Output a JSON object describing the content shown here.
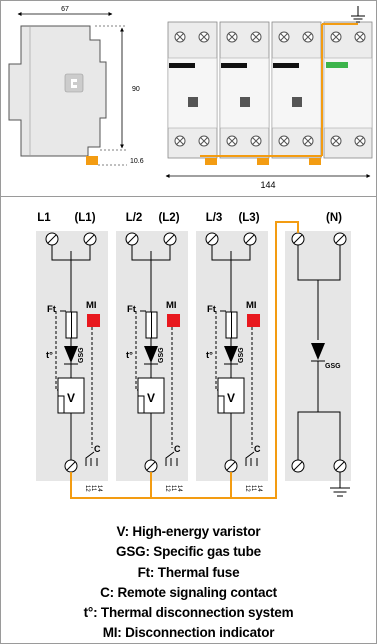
{
  "dimensions": {
    "width": "67",
    "height": "90",
    "depth": "10.6",
    "length": "144"
  },
  "terminals": {
    "l1": "L1",
    "l1_paren": "(L1)",
    "l2": "L/2",
    "l2_paren": "(L2)",
    "l3": "L/3",
    "l3_paren": "(L3)",
    "n": "(N)"
  },
  "module_labels": {
    "thermal_fuse": "Ft",
    "indicator": "MI",
    "thermal": "t°",
    "gas_tube": "GSG",
    "varistor": "V",
    "contact": "C"
  },
  "contact_pins": [
    "12",
    "11",
    "14"
  ],
  "legend": [
    "V: High-energy varistor",
    "GSG: Specific gas tube",
    "Ft: Thermal fuse",
    "C: Remote signaling contact",
    "t°: Thermal disconnection system",
    "MI: Disconnection indicator"
  ],
  "colors": {
    "accent": "#f39c12",
    "indicator": "#e8181e",
    "status_green": "#3cb44b",
    "module_grey": "#e6e6e6"
  }
}
